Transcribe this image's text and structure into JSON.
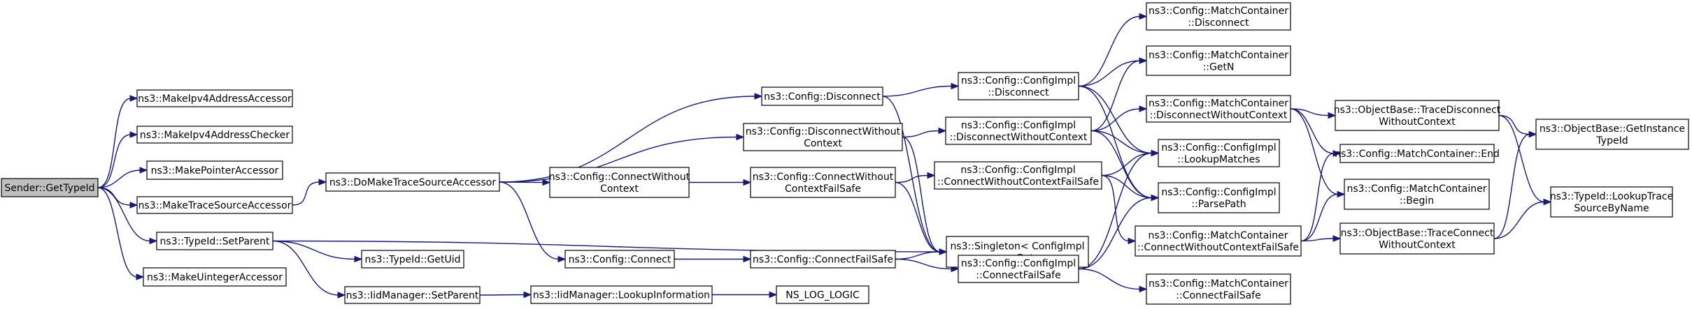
{
  "graph": {
    "root": "Sender::GetTypeId",
    "nodes": [
      {
        "id": "sender_gettypeid",
        "lines": [
          "Sender::GetTypeId"
        ],
        "root": true
      },
      {
        "id": "make_ipv4_addr_accessor",
        "lines": [
          "ns3::MakeIpv4AddressAccessor"
        ]
      },
      {
        "id": "make_ipv4_addr_checker",
        "lines": [
          "ns3::MakeIpv4AddressChecker"
        ]
      },
      {
        "id": "make_pointer_accessor",
        "lines": [
          "ns3::MakePointerAccessor"
        ]
      },
      {
        "id": "make_trace_source_accessor",
        "lines": [
          "ns3::MakeTraceSourceAccessor"
        ]
      },
      {
        "id": "typeid_setparent",
        "lines": [
          "ns3::TypeId::SetParent"
        ]
      },
      {
        "id": "make_uinteger_accessor",
        "lines": [
          "ns3::MakeUintegerAccessor"
        ]
      },
      {
        "id": "do_make_trace_source_accessor",
        "lines": [
          "ns3::DoMakeTraceSourceAccessor"
        ]
      },
      {
        "id": "typeid_getuid",
        "lines": [
          "ns3::TypeId::GetUid"
        ]
      },
      {
        "id": "iidmanager_setparent",
        "lines": [
          "ns3::IidManager::SetParent"
        ]
      },
      {
        "id": "config_disconnect",
        "lines": [
          "ns3::Config::Disconnect"
        ]
      },
      {
        "id": "config_disconnect_without_context",
        "lines": [
          "ns3::Config::DisconnectWithout",
          "Context"
        ]
      },
      {
        "id": "config_connect_without_context",
        "lines": [
          "ns3::Config::ConnectWithout",
          "Context"
        ]
      },
      {
        "id": "config_connect",
        "lines": [
          "ns3::Config::Connect"
        ]
      },
      {
        "id": "iidmanager_lookupinformation",
        "lines": [
          "ns3::IidManager::LookupInformation"
        ]
      },
      {
        "id": "config_connect_without_context_failsafe",
        "lines": [
          "ns3::Config::ConnectWithout",
          "ContextFailSafe"
        ]
      },
      {
        "id": "config_connect_failsafe",
        "lines": [
          "ns3::Config::ConnectFailSafe"
        ]
      },
      {
        "id": "ns_log_logic",
        "lines": [
          "NS_LOG_LOGIC"
        ]
      },
      {
        "id": "configimpl_disconnect",
        "lines": [
          "ns3::Config::ConfigImpl",
          "::Disconnect"
        ]
      },
      {
        "id": "configimpl_disconnect_without_context",
        "lines": [
          "ns3::Config::ConfigImpl",
          "::DisconnectWithoutContext"
        ]
      },
      {
        "id": "configimpl_connect_without_context_failsafe",
        "lines": [
          "ns3::Config::ConfigImpl",
          "::ConnectWithoutContextFailSafe"
        ]
      },
      {
        "id": "singleton_configimpl_get",
        "lines": [
          "ns3::Singleton< ConfigImpl",
          " >::Get"
        ]
      },
      {
        "id": "configimpl_connect_failsafe",
        "lines": [
          "ns3::Config::ConfigImpl",
          "::ConnectFailSafe"
        ]
      },
      {
        "id": "matchcontainer_disconnect",
        "lines": [
          "ns3::Config::MatchContainer",
          "::Disconnect"
        ]
      },
      {
        "id": "matchcontainer_getn",
        "lines": [
          "ns3::Config::MatchContainer",
          "::GetN"
        ]
      },
      {
        "id": "matchcontainer_disconnect_without_context",
        "lines": [
          "ns3::Config::MatchContainer",
          "::DisconnectWithoutContext"
        ]
      },
      {
        "id": "configimpl_lookupmatches",
        "lines": [
          "ns3::Config::ConfigImpl",
          "::LookupMatches"
        ]
      },
      {
        "id": "configimpl_parsepath",
        "lines": [
          "ns3::Config::ConfigImpl",
          "::ParsePath"
        ]
      },
      {
        "id": "matchcontainer_connect_without_context_failsafe",
        "lines": [
          "ns3::Config::MatchContainer",
          "::ConnectWithoutContextFailSafe"
        ]
      },
      {
        "id": "matchcontainer_connect_failsafe",
        "lines": [
          "ns3::Config::MatchContainer",
          "::ConnectFailSafe"
        ]
      },
      {
        "id": "objectbase_trace_disconnect_without_context",
        "lines": [
          "ns3::ObjectBase::TraceDisconnect",
          "WithoutContext"
        ]
      },
      {
        "id": "matchcontainer_end",
        "lines": [
          "ns3::Config::MatchContainer::End"
        ]
      },
      {
        "id": "matchcontainer_begin",
        "lines": [
          "ns3::Config::MatchContainer",
          "::Begin"
        ]
      },
      {
        "id": "objectbase_trace_connect_without_context",
        "lines": [
          "ns3::ObjectBase::TraceConnect",
          "WithoutContext"
        ]
      },
      {
        "id": "objectbase_getinstancetypeid",
        "lines": [
          "ns3::ObjectBase::GetInstance",
          "TypeId"
        ]
      },
      {
        "id": "typeid_lookuptracesourcebyname",
        "lines": [
          "ns3::TypeId::LookupTrace",
          "SourceByName"
        ]
      }
    ],
    "edges": [
      [
        "sender_gettypeid",
        "make_ipv4_addr_accessor"
      ],
      [
        "sender_gettypeid",
        "make_ipv4_addr_checker"
      ],
      [
        "sender_gettypeid",
        "make_pointer_accessor"
      ],
      [
        "sender_gettypeid",
        "make_trace_source_accessor"
      ],
      [
        "sender_gettypeid",
        "typeid_setparent"
      ],
      [
        "sender_gettypeid",
        "make_uinteger_accessor"
      ],
      [
        "make_trace_source_accessor",
        "do_make_trace_source_accessor"
      ],
      [
        "typeid_setparent",
        "singleton_configimpl_get"
      ],
      [
        "typeid_setparent",
        "typeid_getuid"
      ],
      [
        "typeid_setparent",
        "iidmanager_setparent"
      ],
      [
        "do_make_trace_source_accessor",
        "config_disconnect"
      ],
      [
        "do_make_trace_source_accessor",
        "config_disconnect_without_context"
      ],
      [
        "do_make_trace_source_accessor",
        "config_connect_without_context"
      ],
      [
        "do_make_trace_source_accessor",
        "config_connect"
      ],
      [
        "iidmanager_setparent",
        "iidmanager_lookupinformation"
      ],
      [
        "iidmanager_lookupinformation",
        "ns_log_logic"
      ],
      [
        "config_connect_without_context",
        "config_connect_without_context_failsafe"
      ],
      [
        "config_connect",
        "config_connect_failsafe"
      ],
      [
        "config_disconnect",
        "configimpl_disconnect"
      ],
      [
        "config_disconnect",
        "singleton_configimpl_get"
      ],
      [
        "config_disconnect_without_context",
        "configimpl_disconnect_without_context"
      ],
      [
        "config_disconnect_without_context",
        "singleton_configimpl_get"
      ],
      [
        "config_connect_without_context_failsafe",
        "configimpl_connect_without_context_failsafe"
      ],
      [
        "config_connect_without_context_failsafe",
        "singleton_configimpl_get"
      ],
      [
        "config_connect_failsafe",
        "singleton_configimpl_get"
      ],
      [
        "config_connect_failsafe",
        "configimpl_connect_failsafe"
      ],
      [
        "configimpl_disconnect",
        "matchcontainer_disconnect"
      ],
      [
        "configimpl_disconnect",
        "matchcontainer_getn"
      ],
      [
        "configimpl_disconnect",
        "configimpl_lookupmatches"
      ],
      [
        "configimpl_disconnect",
        "configimpl_parsepath"
      ],
      [
        "configimpl_disconnect_without_context",
        "matchcontainer_getn"
      ],
      [
        "configimpl_disconnect_without_context",
        "matchcontainer_disconnect_without_context"
      ],
      [
        "configimpl_disconnect_without_context",
        "configimpl_lookupmatches"
      ],
      [
        "configimpl_disconnect_without_context",
        "configimpl_parsepath"
      ],
      [
        "configimpl_connect_without_context_failsafe",
        "configimpl_lookupmatches"
      ],
      [
        "configimpl_connect_without_context_failsafe",
        "configimpl_parsepath"
      ],
      [
        "configimpl_connect_without_context_failsafe",
        "matchcontainer_connect_without_context_failsafe"
      ],
      [
        "configimpl_connect_failsafe",
        "configimpl_lookupmatches"
      ],
      [
        "configimpl_connect_failsafe",
        "configimpl_parsepath"
      ],
      [
        "configimpl_connect_failsafe",
        "matchcontainer_connect_failsafe"
      ],
      [
        "matchcontainer_disconnect_without_context",
        "objectbase_trace_disconnect_without_context"
      ],
      [
        "matchcontainer_disconnect_without_context",
        "matchcontainer_end"
      ],
      [
        "matchcontainer_disconnect_without_context",
        "matchcontainer_begin"
      ],
      [
        "matchcontainer_connect_without_context_failsafe",
        "matchcontainer_end"
      ],
      [
        "matchcontainer_connect_without_context_failsafe",
        "matchcontainer_begin"
      ],
      [
        "matchcontainer_connect_without_context_failsafe",
        "objectbase_trace_connect_without_context"
      ],
      [
        "objectbase_trace_disconnect_without_context",
        "objectbase_getinstancetypeid"
      ],
      [
        "objectbase_trace_disconnect_without_context",
        "typeid_lookuptracesourcebyname"
      ],
      [
        "objectbase_trace_connect_without_context",
        "objectbase_getinstancetypeid"
      ],
      [
        "objectbase_trace_connect_without_context",
        "typeid_lookuptracesourcebyname"
      ]
    ]
  }
}
